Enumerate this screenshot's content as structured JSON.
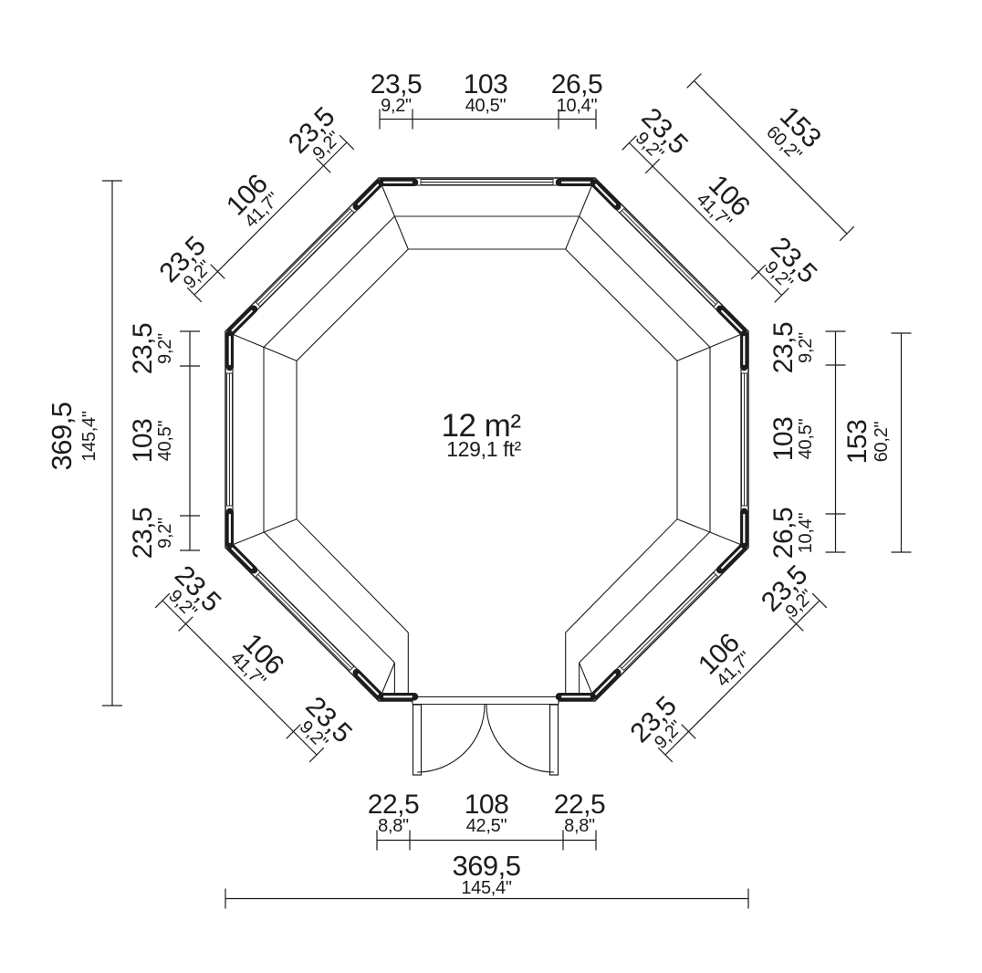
{
  "colors": {
    "line": "#1c1c1e",
    "background": "#ffffff"
  },
  "area": {
    "m2": "12 m²",
    "ft2": "129,1 ft²"
  },
  "dims": {
    "top": [
      {
        "cm": "23,5",
        "in": "9,2\""
      },
      {
        "cm": "103",
        "in": "40,5\""
      },
      {
        "cm": "26,5",
        "in": "10,4\""
      }
    ],
    "top_left": [
      {
        "cm": "23,5",
        "in": "9,2\""
      },
      {
        "cm": "106",
        "in": "41,7\""
      },
      {
        "cm": "23,5",
        "in": "9,2\""
      }
    ],
    "top_right": [
      {
        "cm": "23,5",
        "in": "9,2\""
      },
      {
        "cm": "106",
        "in": "41,7\""
      },
      {
        "cm": "23,5",
        "in": "9,2\""
      }
    ],
    "bottom_left": [
      {
        "cm": "23,5",
        "in": "9,2\""
      },
      {
        "cm": "106",
        "in": "41,7\""
      },
      {
        "cm": "23,5",
        "in": "9,2\""
      }
    ],
    "bottom_right": [
      {
        "cm": "23,5",
        "in": "9,2\""
      },
      {
        "cm": "106",
        "in": "41,7\""
      },
      {
        "cm": "23,5",
        "in": "9,2\""
      }
    ],
    "left": [
      {
        "cm": "23,5",
        "in": "9,2\""
      },
      {
        "cm": "103",
        "in": "40,5\""
      },
      {
        "cm": "23,5",
        "in": "9,2\""
      }
    ],
    "right": [
      {
        "cm": "23,5",
        "in": "9,2\""
      },
      {
        "cm": "103",
        "in": "40,5\""
      },
      {
        "cm": "26,5",
        "in": "10,4\""
      }
    ],
    "door": [
      {
        "cm": "22,5",
        "in": "8,8\""
      },
      {
        "cm": "108",
        "in": "42,5\""
      },
      {
        "cm": "22,5",
        "in": "8,8\""
      }
    ],
    "overall_left": {
      "cm": "369,5",
      "in": "145,4\""
    },
    "overall_bottom": {
      "cm": "369,5",
      "in": "145,4\""
    },
    "overall_right": {
      "cm": "153",
      "in": "60,2\""
    },
    "overall_top_right": {
      "cm": "153",
      "in": "60,2\""
    }
  }
}
